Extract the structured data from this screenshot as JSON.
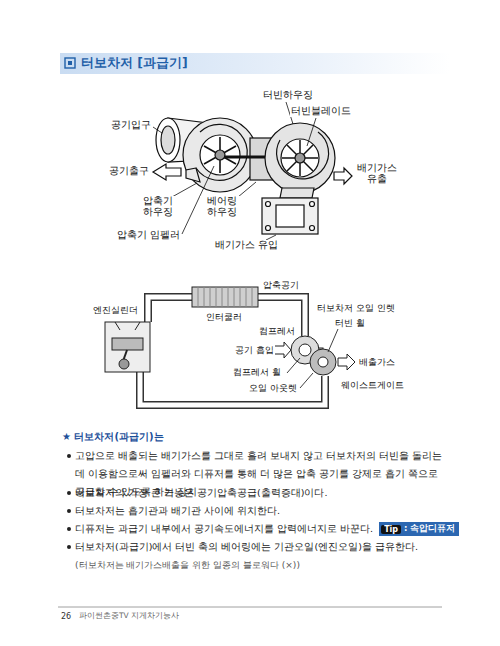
{
  "diagram": {
    "title": "터보차저 [과급기]",
    "nodes": [
      {
        "text": [
          ": 속압디퓨저"
        ]
      },
      {
        "text": [
          "Tip"
        ],
        "in": 0
      }
    ],
    "labels": [
      "공기입구",
      "터빈하우징",
      "터빈블레이드",
      "공기출구",
      "배기가스 유출",
      "압축기 하우징",
      "베어링 하우징",
      "압축기 임펠러",
      "배기가스 유입",
      "압축공기",
      "엔진실린더",
      "인터쿨러",
      "터보차저 오일 인렛",
      "터빈 휠",
      "컴프레서",
      "공기 흡입",
      "배출가스",
      "컴프레서 휠",
      "오일 아웃렛",
      "웨이스트게이트",
      "★ 터보차저(과급기)는",
      "고압으로 배출되는 배기가스를 그대로 흘려 보내지 않고 터보차저의 터빈을 돌리는데 이용함으로써 임펠러와 디퓨저를 통해 더 많은 압축 공기를 강제로 흡기 쪽으로 공급할 수 있도록 하는 장치",
      "터보차저의 가장 큰 기능은 공기압축공급(출력증대)이다.",
      "터보차저는 흡기관과 배기관 사이에 위치한다.",
      "디퓨저는 과급기 내부에서 공기속도에너지를 압력에너지로 바꾼다.",
      "터보차저(과급기)에서 터빈 축의 베어링에는 기관오일(엔진오일)을 급유한다.",
      "(터보차저는 배기가스배출을 위한 일종의 블로워다 (×))",
      "26",
      "파이썬촌중TV 지게차기능사"
    ]
  }
}
